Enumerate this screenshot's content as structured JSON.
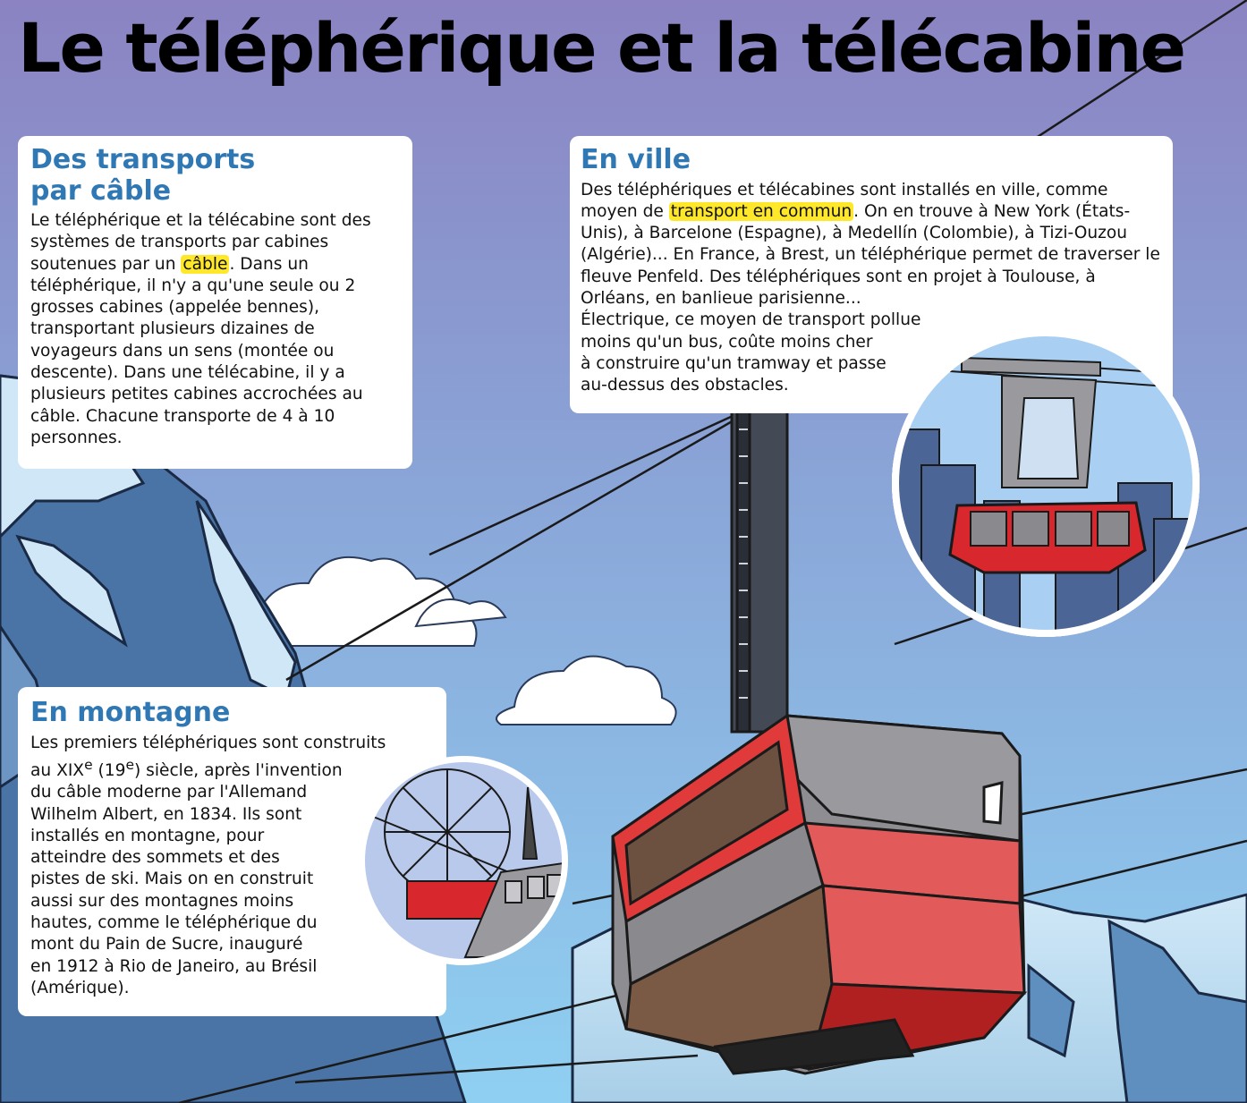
{
  "title": "Le téléphérique et la télécabine",
  "sections": {
    "cable": {
      "heading_line1": "Des transports",
      "heading_line2": "par câble",
      "text_before": "Le téléphérique et la télécabine sont des systèmes de transports par cabines soutenues par un ",
      "highlight": "câble",
      "text_after": ". Dans un téléphérique, il n'y a qu'une seule ou 2 grosses cabines (appelée bennes), transportant plusieurs dizaines de voyageurs dans un sens (montée ou descente). Dans une télécabine, il y a plusieurs petites cabines accrochées au câble. Chacune transporte de 4 à 10 personnes."
    },
    "ville": {
      "heading": "En ville",
      "text_before": "Des téléphériques et télécabines sont installés en ville, comme moyen de ",
      "highlight": "transport en commun",
      "text_mid": ". On en trouve à New York (États-Unis), à Barcelone (Espagne), à Medellín (Colombie), à Tizi-Ouzou (Algérie)... En France, à Brest, un téléphérique permet de traverser le fleuve Penfeld. Des téléphériques sont en projet à Toulouse, à Orléans, en banlieue parisienne...",
      "line1": "Électrique, ce moyen de transport pollue",
      "line2": "moins qu'un bus, coûte moins cher",
      "line3": "à construire qu'un tramway et passe",
      "line4": "au-dessus des obstacles."
    },
    "montagne": {
      "heading": "En montagne",
      "text_line1": "Les premiers téléphériques sont construits",
      "text_line2_prefix": "au XIX",
      "sup1": "e",
      "text_line2_mid": " (19",
      "sup2": "e",
      "text_line2_suffix": ") siècle, après l'invention",
      "text_rest": [
        "du câble moderne par l'Allemand",
        "Wilhelm Albert, en 1834. Ils sont",
        "installés en montagne, pour",
        "atteindre des sommets et des",
        "pistes de ski. Mais on en construit",
        "aussi sur des montagnes moins",
        "hautes, comme le téléphérique du",
        "mont du Pain de Sucre, inauguré",
        "en 1912 à Rio de Janeiro, au Brésil",
        "(Amérique)."
      ]
    }
  },
  "colors": {
    "heading": "#2f78b4",
    "highlight": "#ffe82a",
    "cabin_red": "#d9272e",
    "sky_top": "#8b87c4",
    "sky_bottom": "#8ec5ec"
  }
}
